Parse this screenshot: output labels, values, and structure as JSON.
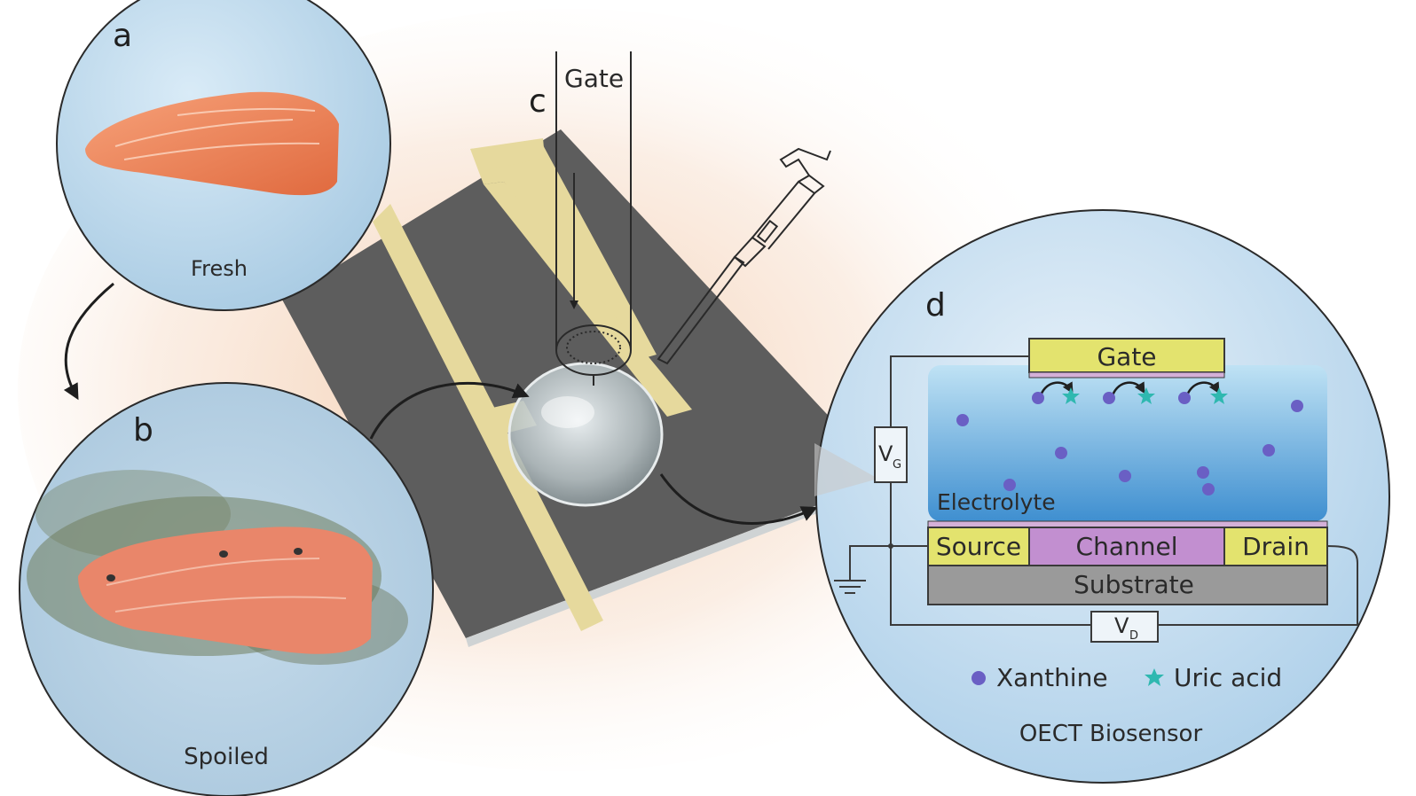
{
  "panels": {
    "a": {
      "letter": "a",
      "caption": "Fresh"
    },
    "b": {
      "letter": "b",
      "caption": "Spoiled"
    },
    "c": {
      "letter": "c",
      "gate_label": "Gate"
    },
    "d": {
      "letter": "d",
      "gate": "Gate",
      "electrolyte": "Electrolyte",
      "source": "Source",
      "channel": "Channel",
      "drain": "Drain",
      "substrate": "Substrate",
      "vg_main": "V",
      "vg_sub": "G",
      "vd_main": "V",
      "vd_sub": "D",
      "legend": [
        {
          "label": "Xanthine",
          "marker": "circle",
          "color": "#6a5fc4"
        },
        {
          "label": "Uric acid",
          "marker": "star",
          "color": "#2fb8b0"
        }
      ],
      "caption": "OECT Biosensor"
    }
  },
  "colors": {
    "gate": "#e3e36e",
    "source_drain": "#e3e36e",
    "channel": "#c28fd0",
    "substrate": "#9a9a9a",
    "chip": "#5f5f5f",
    "gold_trace": "#e8dca0",
    "bubble_bg": "#c9dff0",
    "background_glow": "#f6d7bf"
  }
}
